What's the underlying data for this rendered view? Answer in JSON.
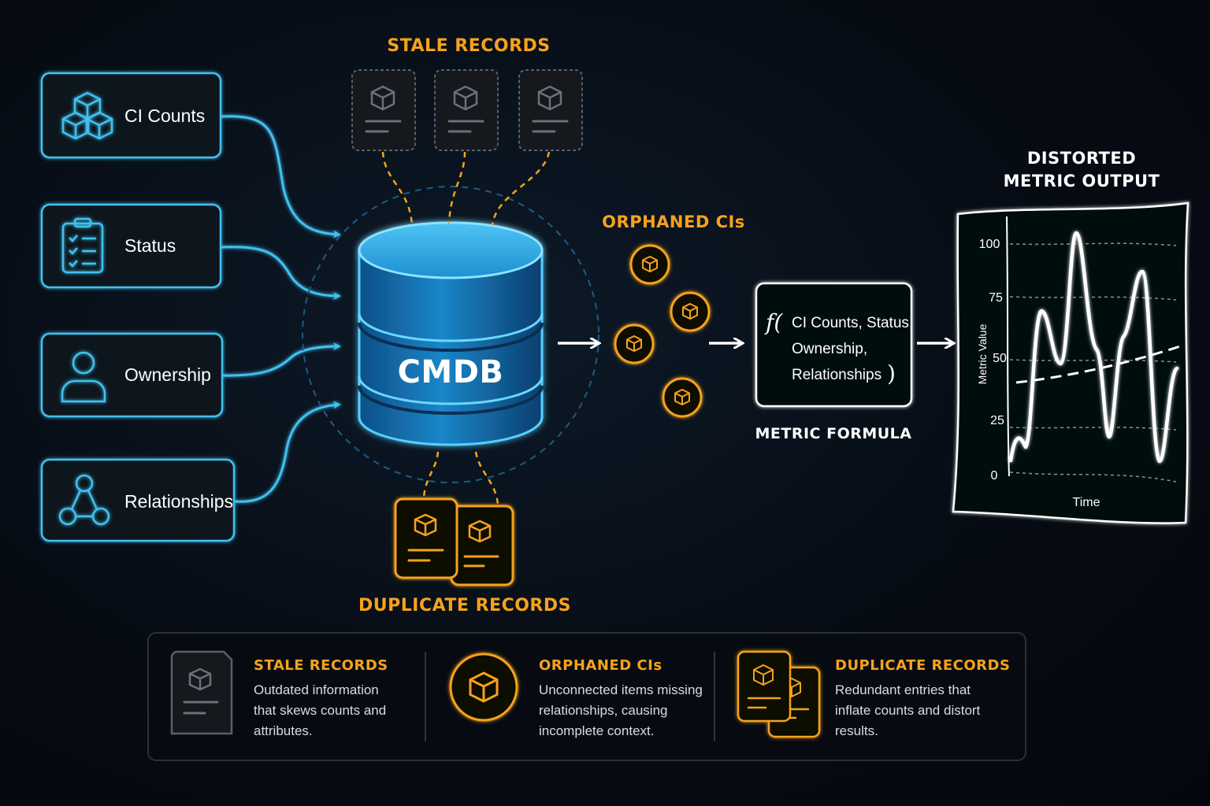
{
  "colors": {
    "background": "#060b13",
    "cyan": "#3fc1f0",
    "orange": "#f7a21b",
    "gray": "#5b6068",
    "white": "#ffffff"
  },
  "inputs": [
    {
      "label": "CI Counts",
      "icon": "cubes-icon"
    },
    {
      "label": "Status",
      "icon": "clipboard-checklist-icon"
    },
    {
      "label": "Ownership",
      "icon": "user-icon"
    },
    {
      "label": "Relationships",
      "icon": "network-nodes-icon"
    }
  ],
  "cmdb_label": "CMDB",
  "stale": {
    "title": "STALE RECORDS",
    "count": 3
  },
  "orphaned": {
    "title": "ORPHANED CIs",
    "count": 4
  },
  "duplicate": {
    "title": "DUPLICATE RECORDS",
    "count": 2
  },
  "formula": {
    "prefix": "f(",
    "lines": [
      "CI Counts, Status,",
      "Ownership,",
      "Relationships"
    ],
    "suffix": ")",
    "caption": "METRIC FORMULA"
  },
  "output": {
    "title_lines": [
      "DISTORTED",
      "METRIC OUTPUT"
    ],
    "ylabel": "Metric Value",
    "xlabel": "Time",
    "yticks": [
      100,
      75,
      50,
      25,
      0
    ]
  },
  "legend": [
    {
      "title": "STALE RECORDS",
      "lines": [
        "Outdated information",
        "that skews counts and",
        "attributes."
      ],
      "icon": "stale-doc-icon"
    },
    {
      "title": "ORPHANED CIs",
      "lines": [
        "Unconnected items missing",
        "relationships, causing",
        "incomplete context."
      ],
      "icon": "orphan-circle-icon"
    },
    {
      "title": "DUPLICATE RECORDS",
      "lines": [
        "Redundant entries that",
        "inflate counts and distort",
        "results."
      ],
      "icon": "duplicate-docs-icon"
    }
  ]
}
